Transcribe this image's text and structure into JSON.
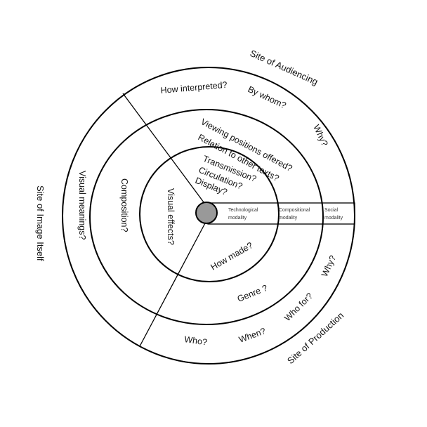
{
  "sites": {
    "audiencing": "Site of Audiencing",
    "image": "Site of Image Itself",
    "production": "Site of Production"
  },
  "audiencing": {
    "how_interpreted": "How interpreted?",
    "by_whom": "By whom?",
    "why": "Why?",
    "viewing_positions": "Viewing positions offered?",
    "relation": "Relation to other texts?",
    "transmission": "Transmission?",
    "circulation": "Circulation?",
    "display": "Display?"
  },
  "image": {
    "visual_meanings": "Visual meanings?",
    "composition": "Composition?",
    "visual_effects": "Visual effects?"
  },
  "production": {
    "how_made": "How made?",
    "genre": "Genre ?",
    "why": "Why?",
    "who_for": "Who for?",
    "when": "When?",
    "who": "Who?"
  },
  "modalities": {
    "tech_1": "Technological",
    "tech_2": "modality",
    "comp_1": "Compositional",
    "comp_2": "modality",
    "social_1": "Social",
    "social_2": "modality"
  },
  "colors": {
    "line": "#000000",
    "center": "#999999"
  }
}
